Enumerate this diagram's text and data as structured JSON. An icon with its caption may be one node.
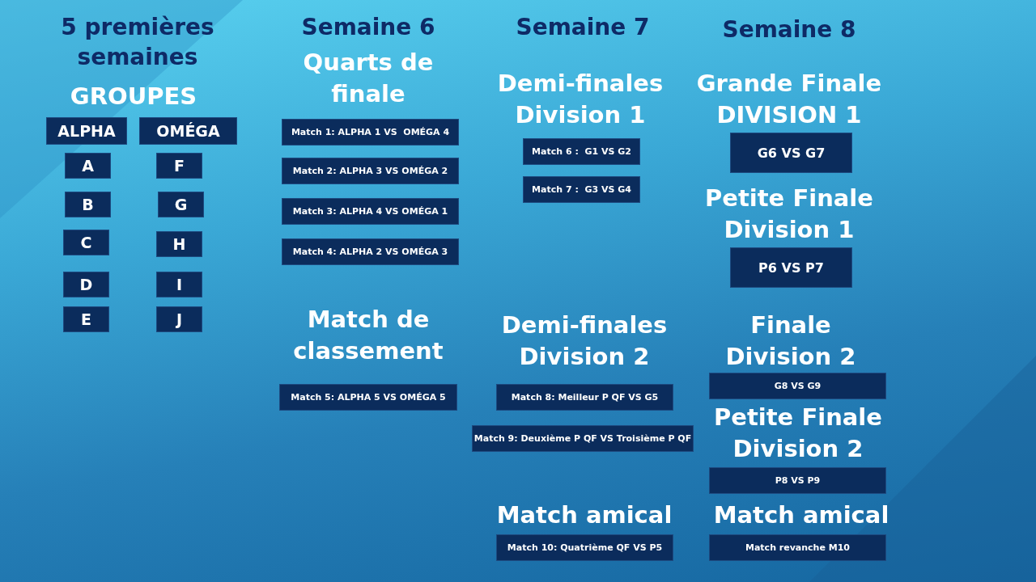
{
  "diagram": {
    "nodes": [
      {
        "text": [
          "ALPHA"
        ]
      },
      {
        "text": [
          "OMÉGA"
        ]
      },
      {
        "text": [
          "A"
        ]
      },
      {
        "text": [
          "F"
        ]
      },
      {
        "text": [
          "B"
        ]
      },
      {
        "text": [
          "G"
        ]
      },
      {
        "text": [
          "C"
        ]
      },
      {
        "text": [
          "H"
        ]
      },
      {
        "text": [
          "D"
        ]
      },
      {
        "text": [
          "I"
        ]
      },
      {
        "text": [
          "E"
        ]
      },
      {
        "text": [
          "J"
        ]
      },
      {
        "text": [
          "Match 1: ALPHA 1 VS  OMÉGA 4"
        ]
      },
      {
        "text": [
          "Match 2: ALPHA 3 VS OMÉGA 2"
        ]
      },
      {
        "text": [
          "Match 3: ALPHA 4 VS OMÉGA 1"
        ]
      },
      {
        "text": [
          "Match 4: ALPHA 2 VS OMÉGA 3"
        ]
      },
      {
        "text": [
          "Match 5: ALPHA 5 VS OMÉGA 5"
        ]
      },
      {
        "text": [
          "Match 6 :  G1 VS G2"
        ]
      },
      {
        "text": [
          "Match 7 :  G3 VS G4"
        ]
      },
      {
        "text": [
          "Match 8: Meilleur P QF VS G5"
        ]
      },
      {
        "text": [
          "Match 9: Deuxième P QF VS Troisième P QF"
        ]
      },
      {
        "text": [
          "Match 10: Quatrième QF VS P5"
        ]
      },
      {
        "text": [
          "G6 VS G7"
        ]
      },
      {
        "text": [
          "P6 VS P7"
        ]
      },
      {
        "text": [
          "G8 VS G9"
        ]
      },
      {
        "text": [
          "P8 VS P9"
        ]
      },
      {
        "text": [
          "Match revanche M10"
        ]
      }
    ],
    "labels": [
      "5 premières semaines",
      "Semaine 6",
      "Semaine 7",
      "Semaine 8",
      "GROUPES",
      "Quarts de finale",
      "Demi-finales Division 1",
      "Grande Finale DIVISION 1",
      "Petite Finale Division 1",
      "Match de classement",
      "Demi-finales Division 2",
      "Finale Division 2",
      "Petite Finale Division 2",
      "Match amical",
      "Match amical"
    ]
  }
}
